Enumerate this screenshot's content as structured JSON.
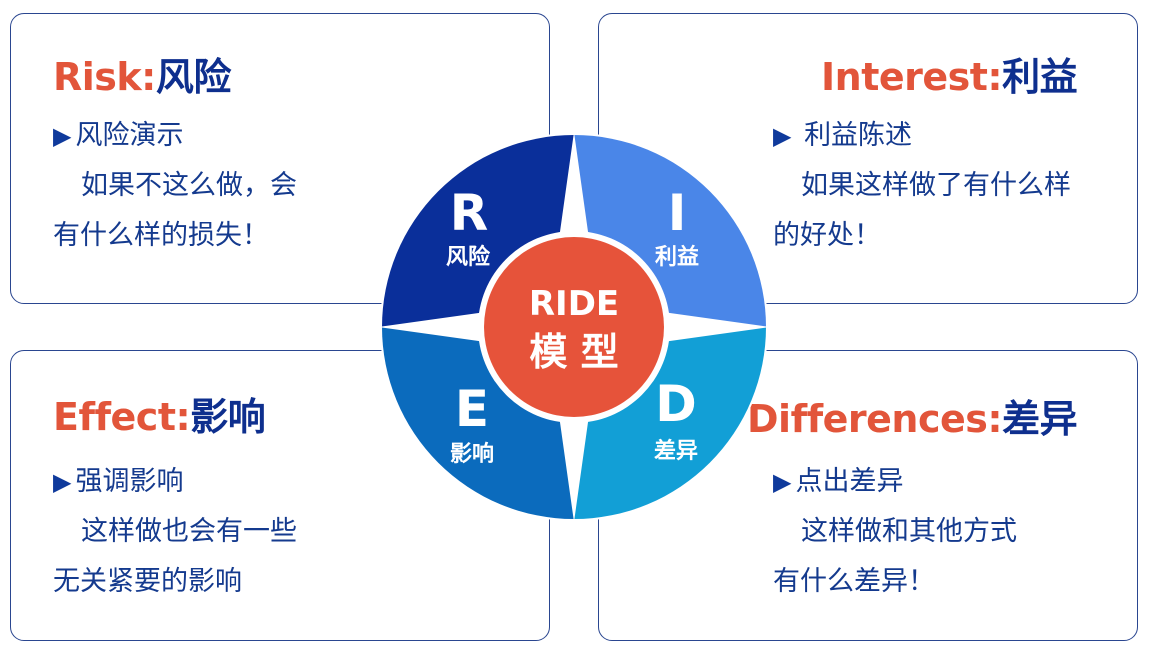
{
  "colors": {
    "accent_orange": "#e2553a",
    "title_navy": "#0e2f8e",
    "text_blue": "#143a8e",
    "quadrant_r": "#0a2f9a",
    "quadrant_i": "#4a86e8",
    "quadrant_e": "#0b6bbd",
    "quadrant_d": "#129fd6",
    "center": "#e6533a"
  },
  "center": {
    "line1": "RIDE",
    "line2": "模 型"
  },
  "quadrants": [
    {
      "key": "r",
      "letter": "R",
      "label": "风险"
    },
    {
      "key": "i",
      "letter": "I",
      "label": "利益"
    },
    {
      "key": "e",
      "letter": "E",
      "label": "影响"
    },
    {
      "key": "d",
      "letter": "D",
      "label": "差异"
    }
  ],
  "cards": {
    "risk": {
      "title_en": "Risk:",
      "title_zh": "风险",
      "bullet_icon": "▶",
      "point": "风险演示",
      "line2": "如果不这么做，会",
      "line3": "有什么样的损失！"
    },
    "interest": {
      "title_en": "Interest:",
      "title_zh": "利益",
      "bullet_icon": "▶",
      "point": "利益陈述",
      "line2": "如果这样做了有什么样",
      "line3": "的好处！"
    },
    "effect": {
      "title_en": "Effect:",
      "title_zh": "影响",
      "bullet_icon": "▶",
      "point": "强调影响",
      "line2": "这样做也会有一些",
      "line3": "无关紧要的影响"
    },
    "differences": {
      "title_en": "Differences:",
      "title_zh": "差异",
      "bullet_icon": "▶",
      "point": "点出差异",
      "line2": "这样做和其他方式",
      "line3": "有什么差异！"
    }
  }
}
